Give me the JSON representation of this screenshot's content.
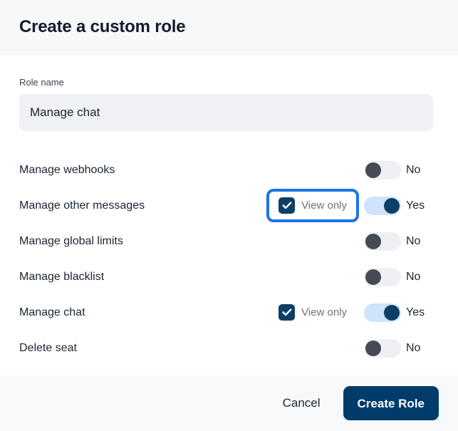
{
  "header": {
    "title": "Create a custom role"
  },
  "form": {
    "role_name_label": "Role name",
    "role_name_value": "Manage chat",
    "role_name_placeholder": "Role name"
  },
  "permissions": {
    "view_only_label": "View only",
    "rows": [
      {
        "label": "Manage webhooks",
        "has_view_only": false,
        "view_only_checked": false,
        "focused": false,
        "toggle_on": false,
        "toggle_state": "No"
      },
      {
        "label": "Manage other messages",
        "has_view_only": true,
        "view_only_checked": true,
        "focused": true,
        "toggle_on": true,
        "toggle_state": "Yes"
      },
      {
        "label": "Manage global limits",
        "has_view_only": false,
        "view_only_checked": false,
        "focused": false,
        "toggle_on": false,
        "toggle_state": "No"
      },
      {
        "label": "Manage blacklist",
        "has_view_only": false,
        "view_only_checked": false,
        "focused": false,
        "toggle_on": false,
        "toggle_state": "No"
      },
      {
        "label": "Manage chat",
        "has_view_only": true,
        "view_only_checked": true,
        "focused": false,
        "toggle_on": true,
        "toggle_state": "Yes"
      },
      {
        "label": "Delete seat",
        "has_view_only": false,
        "view_only_checked": false,
        "focused": false,
        "toggle_on": false,
        "toggle_state": "No"
      }
    ]
  },
  "footer": {
    "cancel_label": "Cancel",
    "submit_label": "Create Role"
  },
  "colors": {
    "primary": "#003c6b",
    "focus_ring": "#1b73e8",
    "toggle_on_track": "#cfe3fa",
    "toggle_off_knob": "#454a54",
    "header_bg": "#f7f8fa",
    "input_bg": "#eff1f4"
  }
}
